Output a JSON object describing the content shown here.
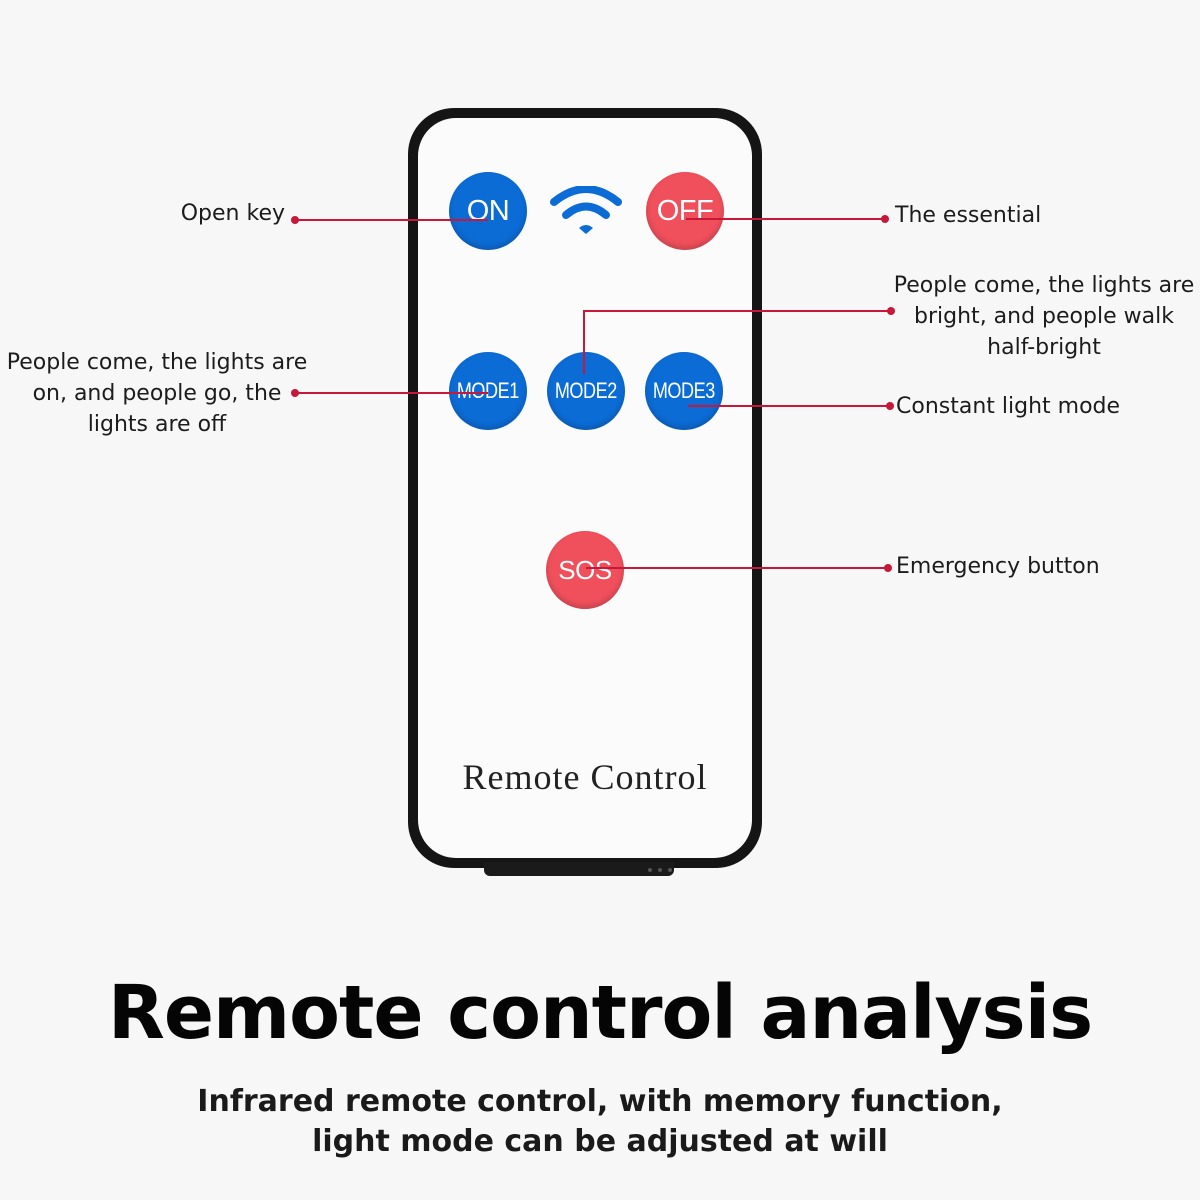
{
  "remote": {
    "buttons": {
      "on": "ON",
      "off": "OFF",
      "mode1": "MODE1",
      "mode2": "MODE2",
      "mode3": "MODE3",
      "sos": "SOS"
    },
    "signal_icon": "wifi-signal-icon",
    "brand_text": "Remote Control"
  },
  "callouts": {
    "open_key": "Open key",
    "the_essential": "The essential",
    "mode2_line1": "People come, the lights are",
    "mode2_line2": "bright, and people walk",
    "mode2_line3": "half-bright",
    "mode1_line1": "People come, the lights are",
    "mode1_line2": "on, and people go, the",
    "mode1_line3": "lights are off",
    "mode3": "Constant light mode",
    "sos": "Emergency button"
  },
  "heading": "Remote control analysis",
  "subheading_line1": "Infrared remote control, with memory function,",
  "subheading_line2": "light mode can be adjusted at will",
  "colors": {
    "blue_button": "#0c6cd6",
    "red_button": "#f0505c",
    "leader_line": "#c8183a",
    "remote_body": "#151515"
  }
}
